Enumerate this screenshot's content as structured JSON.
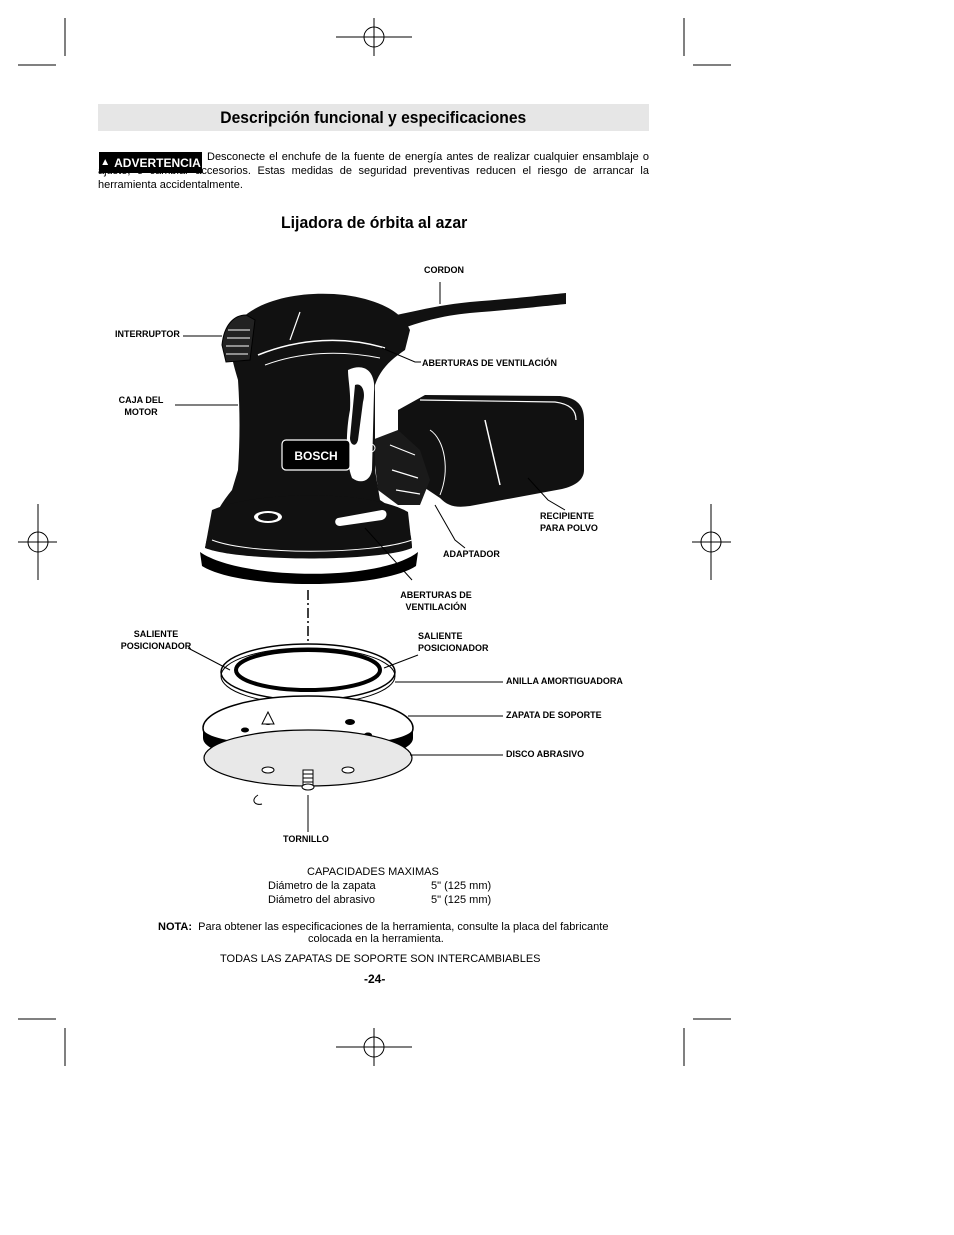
{
  "header": {
    "title": "Descripción funcional y especificaciones"
  },
  "warning": {
    "badge": "ADVERTENCIA",
    "text": "Desconecte el enchufe de la fuente de energía antes de realizar cualquier ensamblaje o ajuste, o cambiar accesorios.  Estas medidas de seguridad preventivas reducen el riesgo de arrancar la herramienta accidentalmente."
  },
  "figure": {
    "title": "Lijadora de órbita al azar",
    "brand": "BOSCH",
    "labels": {
      "cordon": "CORDON",
      "interruptor": "INTERRUPTOR",
      "aberturas_top": "ABERTURAS DE VENTILACIÓN",
      "caja_line1": "CAJA DEL",
      "caja_line2": "MOTOR",
      "recipiente_line1": "RECIPIENTE",
      "recipiente_line2": "PARA POLVO",
      "adaptador": "ADAPTADOR",
      "aberturas_bottom_line1": "ABERTURAS DE",
      "aberturas_bottom_line2": "VENTILACIÓN",
      "saliente_left_line1": "SALIENTE",
      "saliente_left_line2": "POSICIONADOR",
      "saliente_right_line1": "SALIENTE",
      "saliente_right_line2": "POSICIONADOR",
      "anilla": "ANILLA AMORTIGUADORA",
      "zapata": "ZAPATA DE SOPORTE",
      "disco": "DISCO ABRASIVO",
      "tornillo": "TORNILLO"
    }
  },
  "specs": {
    "heading": "CAPACIDADES MAXIMAS",
    "rows": [
      {
        "name": "Diámetro de la zapata",
        "value": "5\" (125 mm)"
      },
      {
        "name": "Diámetro del abrasivo",
        "value": "5\" (125 mm)"
      }
    ]
  },
  "note": {
    "label": "NOTA:",
    "line1": "Para obtener las especificaciones de la herramienta, consulte la placa del fabricante",
    "line2": "colocada en la herramienta."
  },
  "footer": {
    "interchangeable": "TODAS LAS ZAPATAS DE SOPORTE SON INTERCAMBIABLES",
    "page_number": "-24-"
  }
}
